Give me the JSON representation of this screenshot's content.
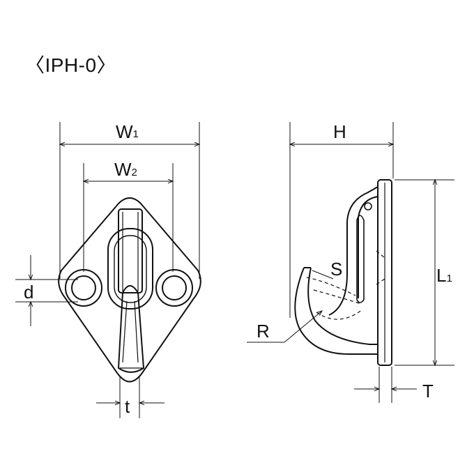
{
  "title": "〈IPH-0〉",
  "labels": {
    "w1": "W",
    "w1_sub": "1",
    "w2": "W",
    "w2_sub": "2",
    "d": "d",
    "t": "t",
    "h": "H",
    "l1": "L",
    "l1_sub": "1",
    "s": "S",
    "r": "R",
    "tt": "T"
  }
}
